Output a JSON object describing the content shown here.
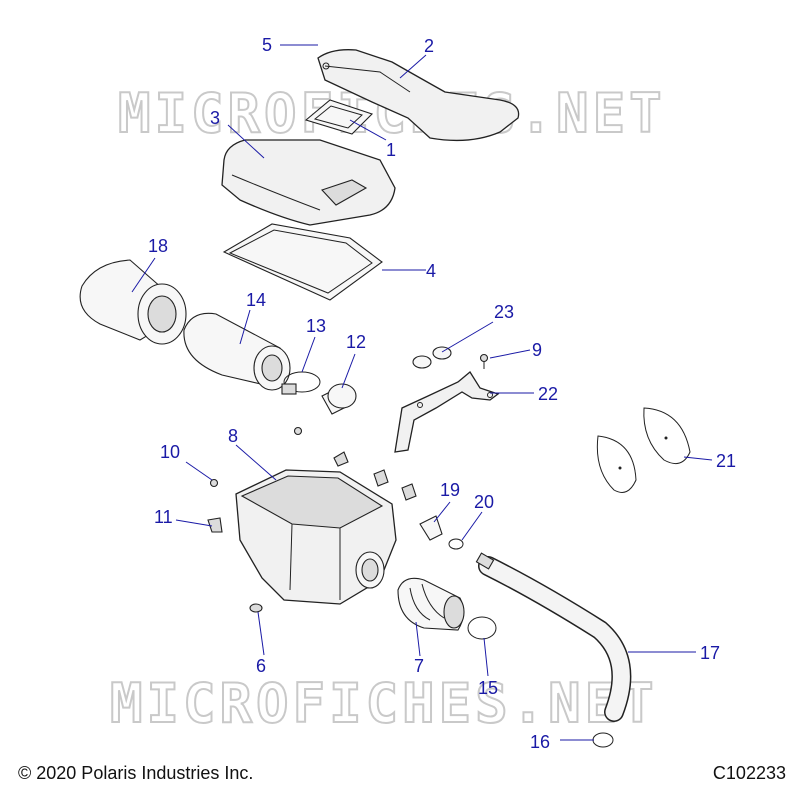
{
  "watermark": "MICROFICHES.NET",
  "footer": {
    "copyright": "© 2020 Polaris Industries Inc.",
    "diagram_id": "C102233"
  },
  "callouts": [
    "1",
    "2",
    "3",
    "4",
    "5",
    "6",
    "7",
    "8",
    "9",
    "10",
    "11",
    "12",
    "13",
    "14",
    "15",
    "16",
    "17",
    "18",
    "19",
    "20",
    "21",
    "22",
    "23"
  ],
  "colors": {
    "callout": "#1a1aa6",
    "line": "#222222",
    "watermark": "#c9c9c9"
  }
}
